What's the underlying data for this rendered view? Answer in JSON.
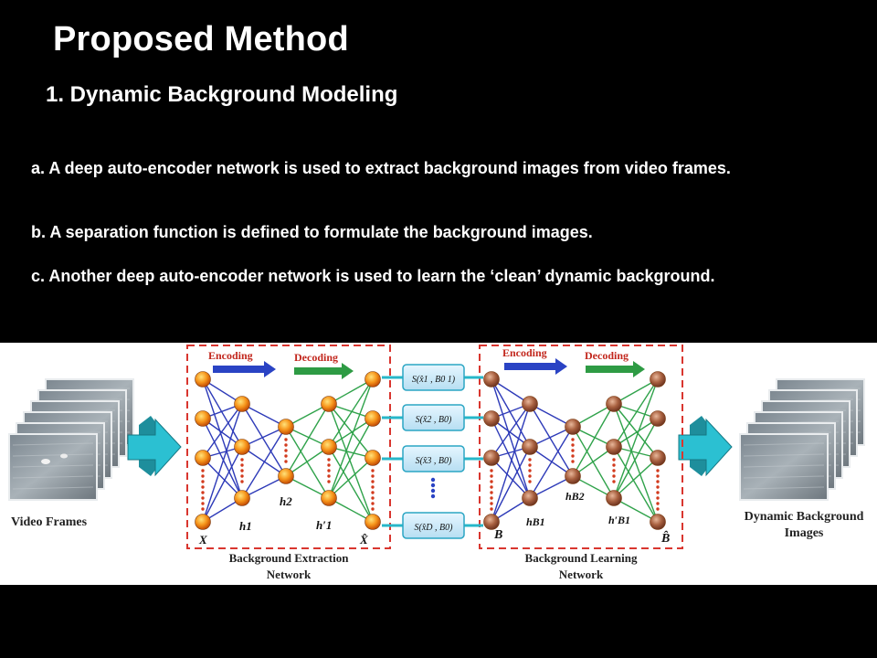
{
  "slide": {
    "title": "Proposed Method",
    "subtitle": "1. Dynamic Background Modeling",
    "points": [
      "a. A deep auto-encoder network is used to extract background images from video frames.",
      "b. A separation function is defined to formulate the background images.",
      "c. Another deep auto-encoder network is used to learn the ‘clean’ dynamic background."
    ]
  },
  "figure": {
    "input_label": "Video Frames",
    "output_label_line1": "Dynamic Background",
    "output_label_line2": "Images",
    "left_net": {
      "encoding": "Encoding",
      "decoding": "Decoding",
      "caption_line1": "Background Extraction",
      "caption_line2": "Network",
      "input": "X",
      "output": "X̂",
      "h1": "h1",
      "h2": "h2",
      "h1p": "h′1"
    },
    "separation": [
      "S(x̂1 , B0 1)",
      "S(x̂2 , B0)",
      "S(x̂3 , B0)",
      "S(x̂D , B0)"
    ],
    "right_net": {
      "encoding": "Encoding",
      "decoding": "Decoding",
      "caption_line1": "Background Learning",
      "caption_line2": "Network",
      "input": "B",
      "output": "B̂",
      "hb1": "hB1",
      "hb2": "hB2",
      "hb1p": "h′B1"
    },
    "colors": {
      "orange_node": "#f07a10",
      "brown_node": "#a25a3c",
      "encode_edge": "#2d3ab8",
      "decode_edge": "#2fa24a",
      "dashed_box": "#d9362f",
      "arrow_cyan": "#27b7c9"
    }
  }
}
